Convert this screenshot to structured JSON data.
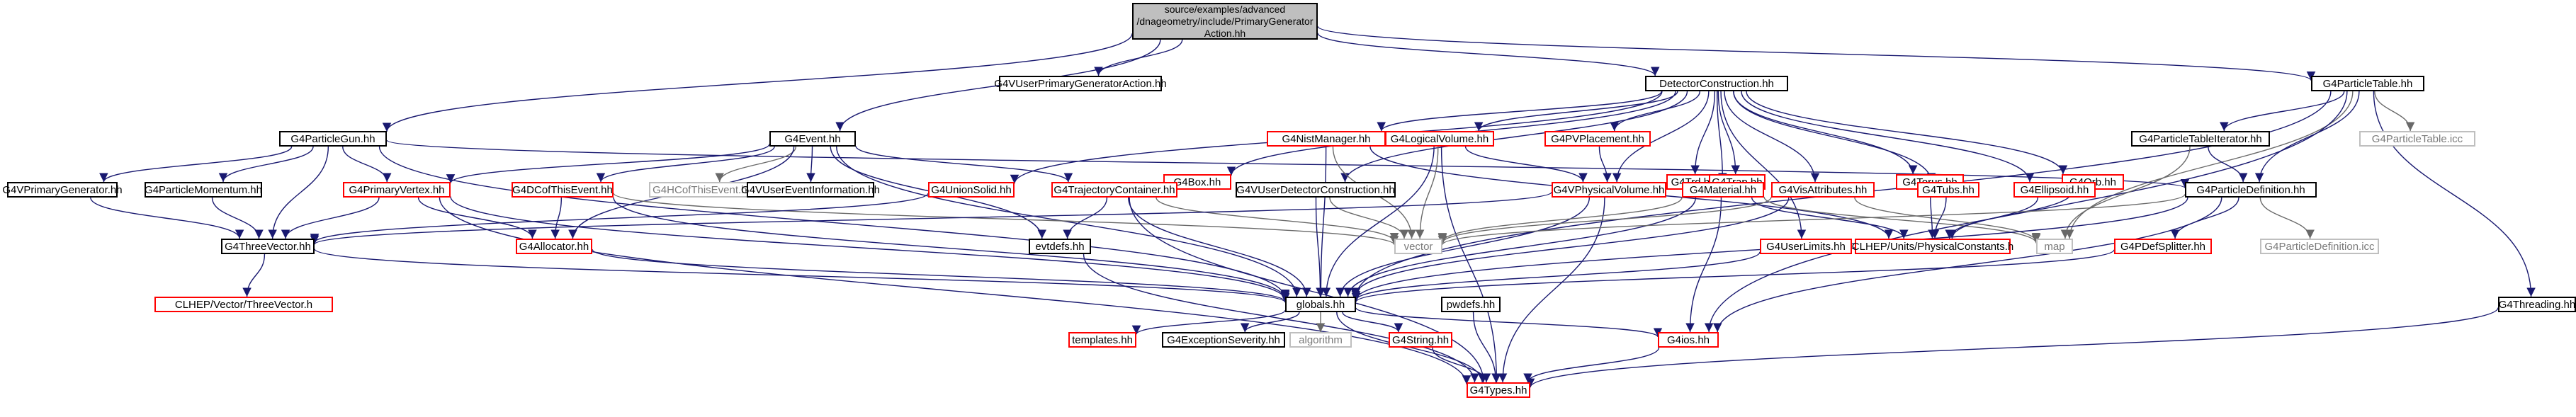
{
  "edge_colors": {
    "navy": "#191970",
    "gray": "#696969",
    "red": "#8b1a1a",
    "black": "#000000"
  },
  "nodes": [
    {
      "id": "root",
      "label": "source/examples/advanced\n/dnageometry/include/PrimaryGenerator\nAction.hh",
      "style": "root"
    },
    {
      "id": "uprim",
      "label": "G4VUserPrimaryGeneratorAction.hh",
      "style": "black"
    },
    {
      "id": "dc",
      "label": "DetectorConstruction.hh",
      "style": "black"
    },
    {
      "id": "ptab",
      "label": "G4ParticleTable.hh",
      "style": "black"
    },
    {
      "id": "pgun",
      "label": "G4ParticleGun.hh",
      "style": "black"
    },
    {
      "id": "event",
      "label": "G4Event.hh",
      "style": "black"
    },
    {
      "id": "box",
      "label": "G4Box.hh",
      "style": "red"
    },
    {
      "id": "nist",
      "label": "G4NistManager.hh",
      "style": "red"
    },
    {
      "id": "lv",
      "label": "G4LogicalVolume.hh",
      "style": "red"
    },
    {
      "id": "pvp",
      "label": "G4PVPlacement.hh",
      "style": "red"
    },
    {
      "id": "trd",
      "label": "G4Trd.hh",
      "style": "red"
    },
    {
      "id": "trap",
      "label": "G4Trap.hh",
      "style": "red"
    },
    {
      "id": "torus",
      "label": "G4Torus.hh",
      "style": "red"
    },
    {
      "id": "orb",
      "label": "G4Orb.hh",
      "style": "red"
    },
    {
      "id": "ptit",
      "label": "G4ParticleTableIterator.hh",
      "style": "black"
    },
    {
      "id": "ptabicc",
      "label": "G4ParticleTable.icc",
      "style": "gray"
    },
    {
      "id": "vpg",
      "label": "G4VPrimaryGenerator.hh",
      "style": "black"
    },
    {
      "id": "pmom",
      "label": "G4ParticleMomentum.hh",
      "style": "black"
    },
    {
      "id": "pvert",
      "label": "G4PrimaryVertex.hh",
      "style": "red"
    },
    {
      "id": "dcoll",
      "label": "G4DCofThisEvent.hh",
      "style": "red"
    },
    {
      "id": "hcoll",
      "label": "G4HCofThisEvent.hh",
      "style": "gray"
    },
    {
      "id": "vuei",
      "label": "G4VUserEventInformation.hh",
      "style": "black"
    },
    {
      "id": "union",
      "label": "G4UnionSolid.hh",
      "style": "red"
    },
    {
      "id": "tcont",
      "label": "G4TrajectoryContainer.hh",
      "style": "red"
    },
    {
      "id": "vudc",
      "label": "G4VUserDetectorConstruction.hh",
      "style": "black"
    },
    {
      "id": "vpv",
      "label": "G4VPhysicalVolume.hh",
      "style": "red"
    },
    {
      "id": "mat",
      "label": "G4Material.hh",
      "style": "red"
    },
    {
      "id": "visatt",
      "label": "G4VisAttributes.hh",
      "style": "red"
    },
    {
      "id": "tubs",
      "label": "G4Tubs.hh",
      "style": "red"
    },
    {
      "id": "ellip",
      "label": "G4Ellipsoid.hh",
      "style": "red"
    },
    {
      "id": "pdef",
      "label": "G4ParticleDefinition.hh",
      "style": "black"
    },
    {
      "id": "tvec",
      "label": "G4ThreeVector.hh",
      "style": "black"
    },
    {
      "id": "alloc",
      "label": "G4Allocator.hh",
      "style": "red"
    },
    {
      "id": "vector",
      "label": "vector",
      "style": "gray"
    },
    {
      "id": "evtdefs",
      "label": "evtdefs.hh",
      "style": "black"
    },
    {
      "id": "ulim",
      "label": "G4UserLimits.hh",
      "style": "red"
    },
    {
      "id": "clhepunits",
      "label": "CLHEP/Units/PhysicalConstants.h",
      "style": "red"
    },
    {
      "id": "map",
      "label": "map",
      "style": "gray"
    },
    {
      "id": "pdefsplit",
      "label": "G4PDefSplitter.hh",
      "style": "red"
    },
    {
      "id": "pdicc",
      "label": "G4ParticleDefinition.icc",
      "style": "gray"
    },
    {
      "id": "clhepvec",
      "label": "CLHEP/Vector/ThreeVector.h",
      "style": "red"
    },
    {
      "id": "globals",
      "label": "globals.hh",
      "style": "black"
    },
    {
      "id": "pwdefs",
      "label": "pwdefs.hh",
      "style": "black"
    },
    {
      "id": "thread",
      "label": "G4Threading.hh",
      "style": "black"
    },
    {
      "id": "templates",
      "label": "templates.hh",
      "style": "red"
    },
    {
      "id": "excsev",
      "label": "G4ExceptionSeverity.hh",
      "style": "black"
    },
    {
      "id": "algorithm",
      "label": "algorithm",
      "style": "gray"
    },
    {
      "id": "g4string",
      "label": "G4String.hh",
      "style": "red"
    },
    {
      "id": "g4ios",
      "label": "G4ios.hh",
      "style": "red"
    },
    {
      "id": "types",
      "label": "G4Types.hh",
      "style": "red"
    }
  ],
  "edges": [
    [
      "root",
      "uprim"
    ],
    [
      "root",
      "pgun"
    ],
    [
      "root",
      "event"
    ],
    [
      "root",
      "dc"
    ],
    [
      "root",
      "ptab"
    ],
    [
      "dc",
      "box"
    ],
    [
      "dc",
      "nist"
    ],
    [
      "dc",
      "lv"
    ],
    [
      "dc",
      "pvp"
    ],
    [
      "dc",
      "trd"
    ],
    [
      "dc",
      "trap"
    ],
    [
      "dc",
      "torus"
    ],
    [
      "dc",
      "orb"
    ],
    [
      "dc",
      "union"
    ],
    [
      "dc",
      "vudc"
    ],
    [
      "dc",
      "vpv"
    ],
    [
      "dc",
      "mat"
    ],
    [
      "dc",
      "visatt"
    ],
    [
      "dc",
      "tubs"
    ],
    [
      "dc",
      "ellip"
    ],
    [
      "dc",
      "ulim"
    ],
    [
      "ptab",
      "ptit"
    ],
    [
      "ptab",
      "ptabicc"
    ],
    [
      "ptab",
      "pdef"
    ],
    [
      "ptab",
      "thread"
    ],
    [
      "ptab",
      "map"
    ],
    [
      "ptab",
      "globals"
    ],
    [
      "ptab",
      "g4ios"
    ],
    [
      "ptit",
      "pdef"
    ],
    [
      "ptit",
      "map"
    ],
    [
      "pgun",
      "vpg"
    ],
    [
      "pgun",
      "pmom"
    ],
    [
      "pgun",
      "pvert"
    ],
    [
      "pgun",
      "tvec"
    ],
    [
      "pgun",
      "globals"
    ],
    [
      "pgun",
      "pdef"
    ],
    [
      "event",
      "pvert"
    ],
    [
      "event",
      "dcoll"
    ],
    [
      "event",
      "hcoll"
    ],
    [
      "event",
      "vuei"
    ],
    [
      "event",
      "tcont"
    ],
    [
      "event",
      "alloc"
    ],
    [
      "event",
      "globals"
    ],
    [
      "event",
      "evtdefs"
    ],
    [
      "vpg",
      "tvec"
    ],
    [
      "pmom",
      "tvec"
    ],
    [
      "pvert",
      "tvec"
    ],
    [
      "pvert",
      "alloc"
    ],
    [
      "pvert",
      "globals"
    ],
    [
      "pvert",
      "types"
    ],
    [
      "dcoll",
      "alloc"
    ],
    [
      "dcoll",
      "vector"
    ],
    [
      "dcoll",
      "globals"
    ],
    [
      "union",
      "tvec"
    ],
    [
      "tcont",
      "vector"
    ],
    [
      "tcont",
      "evtdefs"
    ],
    [
      "tcont",
      "globals"
    ],
    [
      "tcont",
      "types"
    ],
    [
      "vudc",
      "vector"
    ],
    [
      "vudc",
      "globals"
    ],
    [
      "nist",
      "vector"
    ],
    [
      "nist",
      "globals"
    ],
    [
      "nist",
      "clhepunits"
    ],
    [
      "lv",
      "vector"
    ],
    [
      "lv",
      "vpv"
    ],
    [
      "lv",
      "types"
    ],
    [
      "lv",
      "globals"
    ],
    [
      "pvp",
      "vpv"
    ],
    [
      "vpv",
      "tvec"
    ],
    [
      "vpv",
      "types"
    ],
    [
      "vpv",
      "globals"
    ],
    [
      "mat",
      "vector"
    ],
    [
      "mat",
      "globals"
    ],
    [
      "mat",
      "g4ios"
    ],
    [
      "mat",
      "clhepunits"
    ],
    [
      "mat",
      "map"
    ],
    [
      "visatt",
      "vector"
    ],
    [
      "visatt",
      "globals"
    ],
    [
      "visatt",
      "map"
    ],
    [
      "torus",
      "clhepunits"
    ],
    [
      "tubs",
      "clhepunits"
    ],
    [
      "ellip",
      "clhepunits"
    ],
    [
      "orb",
      "clhepunits"
    ],
    [
      "ulim",
      "globals"
    ],
    [
      "pdef",
      "vector"
    ],
    [
      "pdef",
      "pdefsplit"
    ],
    [
      "pdef",
      "pdicc"
    ],
    [
      "pdef",
      "globals"
    ],
    [
      "pdef",
      "g4ios"
    ],
    [
      "pdefsplit",
      "globals"
    ],
    [
      "tvec",
      "clhepvec"
    ],
    [
      "tvec",
      "globals"
    ],
    [
      "alloc",
      "globals"
    ],
    [
      "evtdefs",
      "types"
    ],
    [
      "globals",
      "templates"
    ],
    [
      "globals",
      "excsev"
    ],
    [
      "globals",
      "algorithm"
    ],
    [
      "globals",
      "g4string"
    ],
    [
      "globals",
      "g4ios"
    ],
    [
      "globals",
      "types"
    ],
    [
      "g4string",
      "types"
    ],
    [
      "g4ios",
      "types"
    ],
    [
      "pwdefs",
      "types"
    ],
    [
      "thread",
      "types"
    ]
  ]
}
